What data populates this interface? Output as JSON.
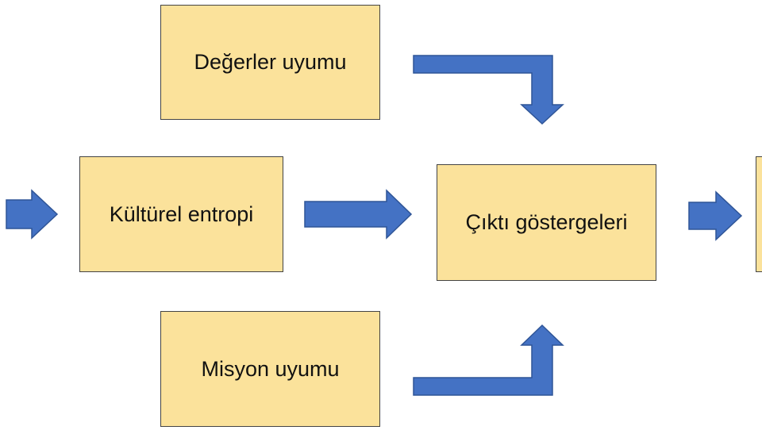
{
  "diagram": {
    "nodes": {
      "values_alignment": "Değerler uyumu",
      "cultural_entropy": "Kültürel entropi",
      "output_indicators": "Çıktı göstergeleri",
      "mission_alignment": "Misyon uyumu",
      "next_step": ""
    },
    "edges": [
      {
        "from": "values_alignment",
        "to": "output_indicators"
      },
      {
        "from": "cultural_entropy",
        "to": "output_indicators"
      },
      {
        "from": "mission_alignment",
        "to": "output_indicators"
      },
      {
        "from": "output_indicators",
        "to": "next_step"
      }
    ],
    "colors": {
      "box_fill": "#fbe29b",
      "box_border": "#444444",
      "arrow_fill": "#4472c4",
      "arrow_border": "#2f5597"
    }
  }
}
